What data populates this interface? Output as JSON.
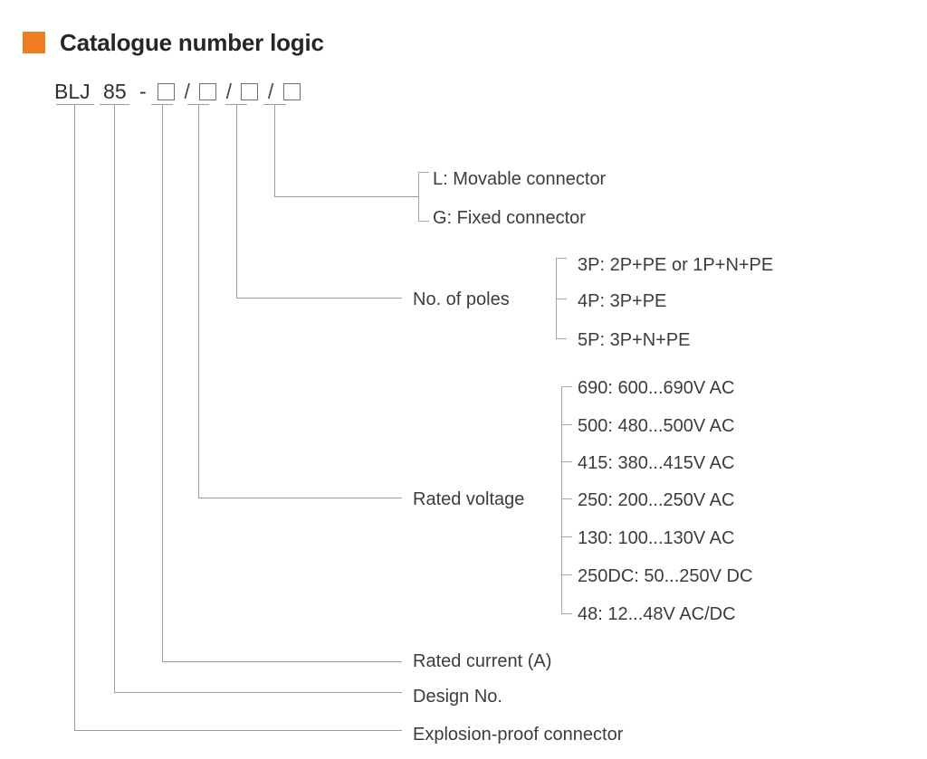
{
  "heading": {
    "marker_color": "#ef7d22",
    "title": "Catalogue number logic"
  },
  "catalogue_number": {
    "prefix": "BLJ",
    "design_no": "85",
    "dash": "-",
    "slash": "/",
    "box_placeholder": ""
  },
  "branches": {
    "connector_type": {
      "label": "",
      "options": [
        "L: Movable connector",
        "G: Fixed connector"
      ]
    },
    "poles": {
      "label": "No. of poles",
      "options": [
        "3P: 2P+PE  or 1P+N+PE",
        "4P: 3P+PE",
        "5P: 3P+N+PE"
      ]
    },
    "voltage": {
      "label": "Rated voltage",
      "options": [
        "690: 600...690V AC",
        "500: 480...500V AC",
        "415: 380...415V AC",
        "250: 200...250V AC",
        "130: 100...130V AC",
        "250DC: 50...250V DC",
        "48: 12...48V AC/DC"
      ]
    },
    "current": {
      "label": "Rated current (A)"
    },
    "design": {
      "label": "Design No."
    },
    "product": {
      "label": "Explosion-proof connector"
    }
  },
  "colors": {
    "accent": "#ef7d22",
    "text": "#3c3c3c",
    "heading": "#262626",
    "line": "#9d9d9d"
  }
}
